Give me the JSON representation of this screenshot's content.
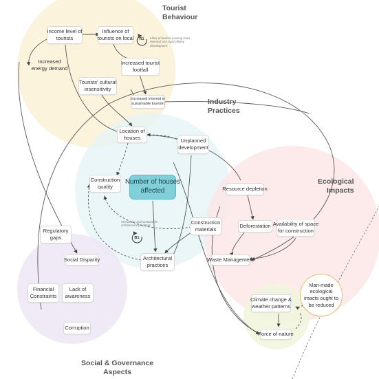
{
  "clusters": {
    "tourist": "Tourist\nBehaviour",
    "industry": "Industry\nPractices",
    "ecological": "Ecological\nImpacts",
    "social": "Social & Governance\nAspects"
  },
  "colors": {
    "tourist_fill": "#fbf2d8",
    "industry_fill": "#e6f5f6",
    "ecological_fill": "#fce6e6",
    "social_fill": "#ece6f4",
    "nature_fill": "#f2f5de",
    "focus_fill": "#80d0da",
    "circle_border": "#e0c070"
  },
  "nodes": {
    "income_level": "Income level of\ntourists",
    "influence_local": "Influence of\ntourists on local",
    "increased_energy": "Increased\nenergy demand",
    "increased_footfall": "Increased tourist\nfootfall",
    "cultural_insensitivity": "Tourists' cultural\ninsensitivity",
    "sustainable_interest": "Increased interest in\nsustainable tourism",
    "location_houses": "Location of\nhouses",
    "unplanned_dev": "Unplanned\ndevelopment",
    "construction_quality": "Construction\nquality",
    "houses_affected": "Number of houses\naffected",
    "construction_materials": "Construction\nmaterials",
    "architectural_practices": "Architectural\npractices",
    "resource_depletion": "Resource depletion",
    "deforestation": "Deforestation",
    "space_availability": "Availability of space\nfor construction",
    "waste_management": "Waste Management",
    "climate_change": "Climate change &\nweather patterns",
    "force_nature": "Force of nature",
    "man_made_impacts": "Man-made\necological\nimacts ought to\nbe reduced",
    "regulatory_gaps": "Regulatory\ngaps",
    "social_disparity": "Social Disparity",
    "financial_constraints": "Financial\nConstraints",
    "lack_awareness": "Lack of\nawareness",
    "corruption": "Corruption"
  },
  "annotations": {
    "r1_label": "R1",
    "r1_note": "Influx of tourists causing more\ndemand and rapid villainy\ndevelopment",
    "b1_label": "B1",
    "b1_note": "Vernacular and sustainable\narchitectural practices"
  }
}
